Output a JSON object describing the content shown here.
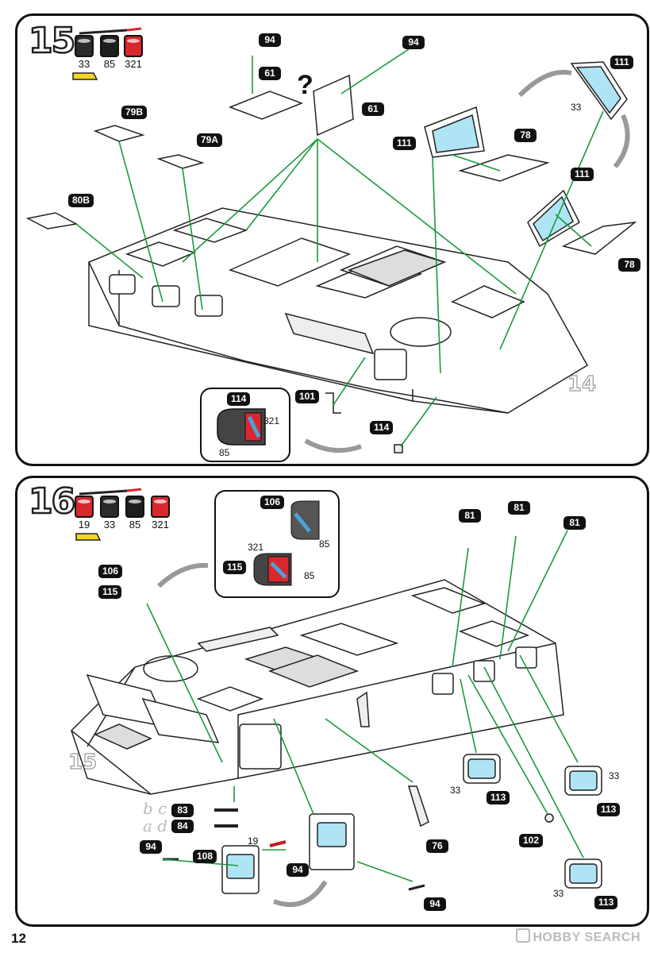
{
  "page_number": "12",
  "watermark": "HOBBY SEARCH",
  "step15": {
    "number": "15",
    "paints": [
      {
        "code": "33",
        "color": "#2b2b2b"
      },
      {
        "code": "85",
        "color": "#1e1e1e"
      },
      {
        "code": "321",
        "color": "#d9272e"
      }
    ],
    "ghost_label": "14",
    "question_mark": "?",
    "callouts": [
      {
        "id": "94",
        "text": "94"
      },
      {
        "id": "94b",
        "text": "94"
      },
      {
        "id": "61",
        "text": "61"
      },
      {
        "id": "61b",
        "text": "61"
      },
      {
        "id": "79B",
        "text": "79B"
      },
      {
        "id": "79A",
        "text": "79A"
      },
      {
        "id": "80B",
        "text": "80B"
      },
      {
        "id": "111a",
        "text": "111"
      },
      {
        "id": "111b",
        "text": "111"
      },
      {
        "id": "111c",
        "text": "111"
      },
      {
        "id": "78a",
        "text": "78"
      },
      {
        "id": "78b",
        "text": "78"
      },
      {
        "id": "101",
        "text": "101"
      },
      {
        "id": "114",
        "text": "114"
      },
      {
        "id": "114b",
        "text": "114"
      }
    ],
    "paint_marks": {
      "p33": "33",
      "p321": "321",
      "p85": "85"
    }
  },
  "step16": {
    "number": "16",
    "paints": [
      {
        "code": "19",
        "color": "#d9272e"
      },
      {
        "code": "33",
        "color": "#2b2b2b"
      },
      {
        "code": "85",
        "color": "#1e1e1e"
      },
      {
        "code": "321",
        "color": "#d9272e"
      }
    ],
    "ghost_label": "15",
    "letters_top": "b c",
    "letters_bottom": "a d",
    "callouts": [
      {
        "id": "81a",
        "text": "81"
      },
      {
        "id": "81b",
        "text": "81"
      },
      {
        "id": "81c",
        "text": "81"
      },
      {
        "id": "106",
        "text": "106"
      },
      {
        "id": "115",
        "text": "115"
      },
      {
        "id": "106i",
        "text": "106"
      },
      {
        "id": "115i",
        "text": "115"
      },
      {
        "id": "83",
        "text": "83"
      },
      {
        "id": "84",
        "text": "84"
      },
      {
        "id": "94a",
        "text": "94"
      },
      {
        "id": "94b",
        "text": "94"
      },
      {
        "id": "94c",
        "text": "94"
      },
      {
        "id": "108",
        "text": "108"
      },
      {
        "id": "113a",
        "text": "113"
      },
      {
        "id": "113b",
        "text": "113"
      },
      {
        "id": "113c",
        "text": "113"
      },
      {
        "id": "102",
        "text": "102"
      },
      {
        "id": "76",
        "text": "76"
      }
    ],
    "paint_marks": {
      "i85a": "85",
      "i321": "321",
      "i85b": "85",
      "p33a": "33",
      "p33b": "33",
      "p33c": "33",
      "p19": "19"
    }
  }
}
